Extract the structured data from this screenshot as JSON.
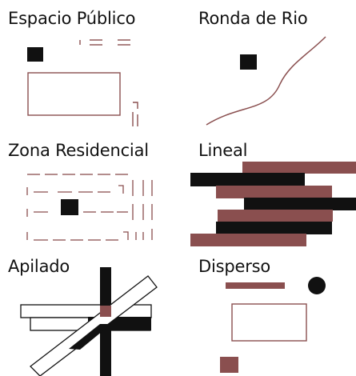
{
  "colors": {
    "dark": "#111111",
    "maroon": "#8a4f4f",
    "background": "#ffffff"
  },
  "panels": [
    {
      "id": "espacio-publico",
      "title": "Espacio Público",
      "motif": "rectangle-with-square-and-dashes"
    },
    {
      "id": "ronda-de-rio",
      "title": "Ronda de Rio",
      "motif": "square-with-curved-river-line"
    },
    {
      "id": "zona-residencial",
      "title": "Zona Residencial",
      "motif": "dashed-grid-with-square"
    },
    {
      "id": "lineal",
      "title": "Lineal",
      "motif": "overlapping-horizontal-bars"
    },
    {
      "id": "apilado",
      "title": "Apilado",
      "motif": "stacked-crossing-bars"
    },
    {
      "id": "disperso",
      "title": "Disperso",
      "motif": "scattered-shapes"
    }
  ]
}
